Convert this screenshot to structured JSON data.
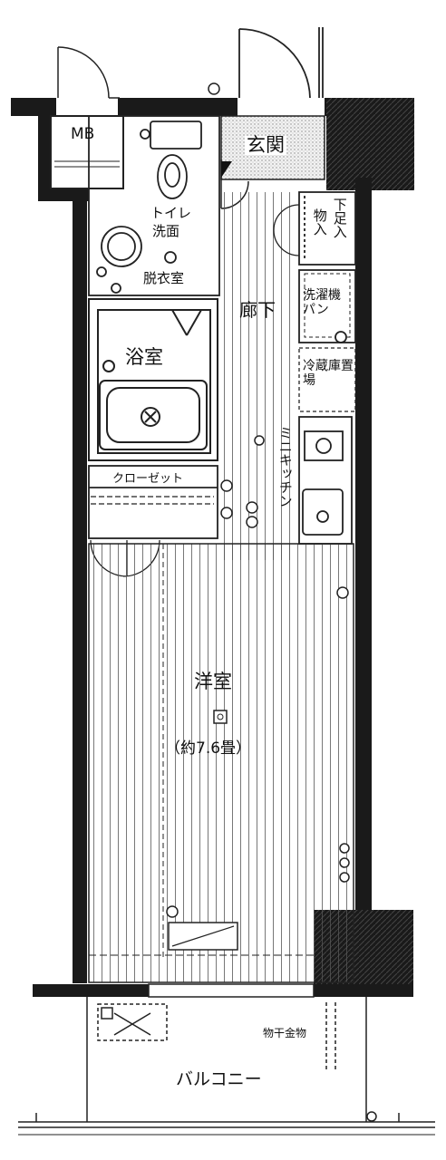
{
  "labels": {
    "mb": "MB",
    "entrance": "玄関",
    "toilet": "トイレ",
    "washbasin": "洗面",
    "dressing_room": "脱衣室",
    "shoe_storage": "下足入",
    "storage": "物入",
    "hallway": "廊下",
    "laundry_pan": "洗濯機パン",
    "fridge_space": "冷蔵庫置場",
    "bathroom": "浴室",
    "mini_kitchen": "ミニキッチン",
    "closet": "クローゼット",
    "western_room": "洋室",
    "room_size": "（約7.6畳）",
    "drying_hardware": "物干金物",
    "balcony": "バルコニー"
  },
  "colors": {
    "wall": "#1a1a1a",
    "line": "#222222",
    "floor_hatch": "#555555",
    "entrance_tile": "#cfcfcf"
  }
}
